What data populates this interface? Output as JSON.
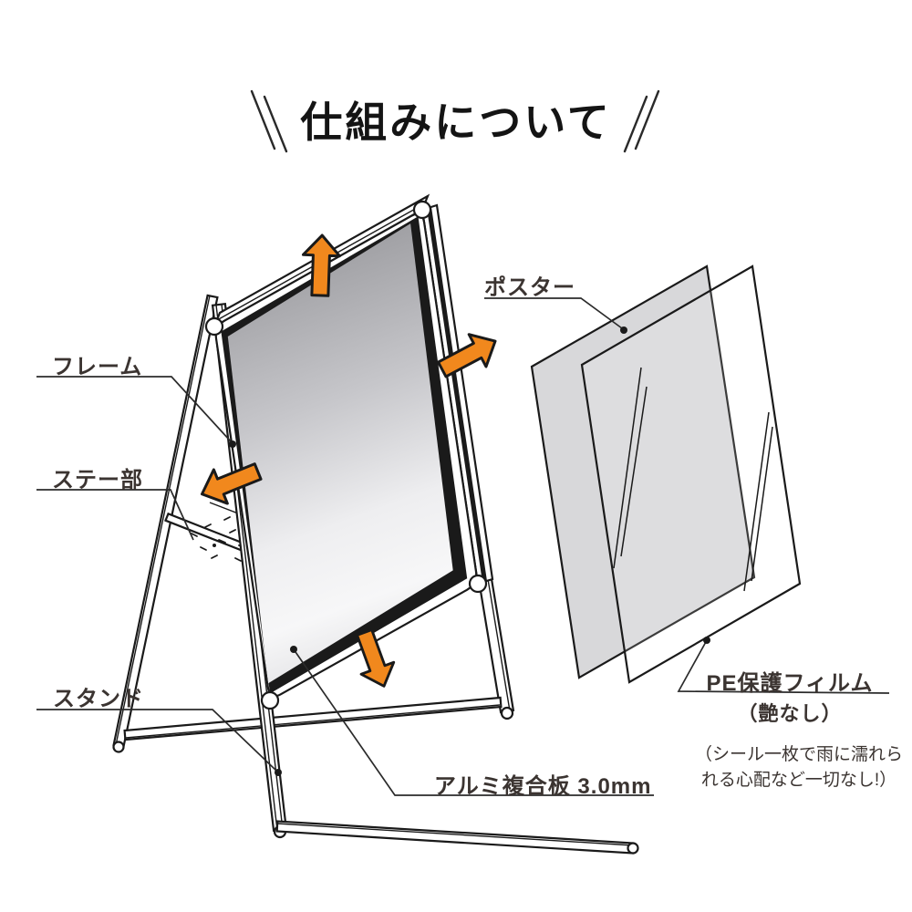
{
  "title": {
    "text": "仕組みについて"
  },
  "labels": {
    "frame": "フレーム",
    "stay": "ステー部",
    "stand": "スタンド",
    "poster": "ポスター",
    "aluminum": "アルミ複合板 3.0mm",
    "pe_film": "PE保護フィルム",
    "pe_film_sub": "（艶なし）",
    "note_line1": "（シール一枚で雨に濡れら",
    "note_line2": "れる心配など一切なし!）"
  },
  "illustration": {
    "subject": "A型看板（A-frame sign stand）分解図",
    "arrows": [
      "up",
      "right",
      "left",
      "down"
    ],
    "parts": [
      "frame",
      "stay",
      "stand",
      "poster-sheet",
      "pe-film-sheet",
      "aluminum-panel"
    ]
  },
  "colors": {
    "accent_orange": "#F1881D",
    "outline": "#1a1a1a",
    "label_text": "#3b3431",
    "poster_gray": "#d8d8da",
    "panel_dark": "#8f8f93",
    "panel_light": "#f7f7f8"
  }
}
